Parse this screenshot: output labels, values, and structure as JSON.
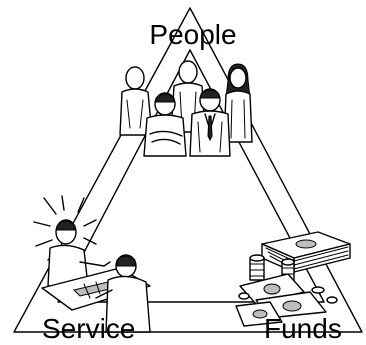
{
  "vertices": {
    "top": {
      "label": "People"
    },
    "bottom_left": {
      "label": "Service"
    },
    "bottom_right": {
      "label": "Funds"
    }
  },
  "illustrations": {
    "top": "group-of-people-illustration",
    "bottom_left": "service-desk-illustration",
    "bottom_right": "money-stack-illustration"
  },
  "colors": {
    "ink": "#000000",
    "background": "#ffffff"
  }
}
